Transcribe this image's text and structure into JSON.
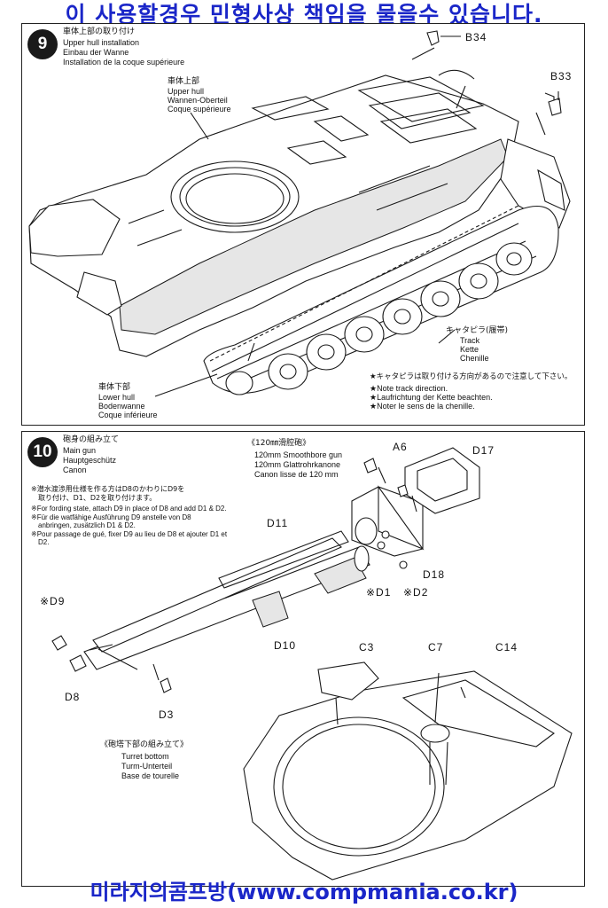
{
  "banners": {
    "top": "이 사용할경우 민형사상 책임을 물을수 있습니다.",
    "bottom": "미라지의콤프방(www.compmania.co.kr)"
  },
  "step9": {
    "number": "9",
    "title_jp": "車体上部の取り付け",
    "title_en": "Upper hull installation",
    "title_de": "Einbau der Wanne",
    "title_fr": "Installation de la coque supérieure",
    "upper_hull": [
      "車体上部",
      "Upper hull",
      "Wannen-Oberteil",
      "Coque supérieure"
    ],
    "lower_hull": [
      "車体下部",
      "Lower hull",
      "Bodenwanne",
      "Coque inférieure"
    ],
    "track": [
      "キャタピラ(履帯)",
      "Track",
      "Kette",
      "Chenille"
    ],
    "note": [
      "★キャタピラは取り付ける方向があるので注意して下さい。",
      "★Note track direction.",
      "★Laufrichtung der Kette beachten.",
      "★Noter le sens de la chenille."
    ],
    "parts": {
      "b34": "B34",
      "b33": "B33"
    }
  },
  "step10": {
    "number": "10",
    "title_jp": "砲身の組み立て",
    "title_en": "Main gun",
    "title_de": "Hauptgeschütz",
    "title_fr": "Canon",
    "gun_info": [
      "《120㎜滑腔砲》",
      "120mm Smoothbore gun",
      "120mm Glattrohrkanone",
      "Canon lisse de 120 mm"
    ],
    "fording": [
      "※潜水渡渉用仕様を作る方はD8のかわりにD9を",
      "取り付け、D1、D2を取り付けます。",
      "※For fording state, attach D9 in place of D8 and add D1 & D2.",
      "※Für die watfähige Ausführung D9 anstelle von D8",
      "anbringen, zusätzlich D1 & D2.",
      "※Pour passage de gué, fixer D9 au lieu de D8 et ajouter D1 et",
      "D2."
    ],
    "turret_bottom": [
      "《砲塔下部の組み立て》",
      "Turret bottom",
      "Turm-Unterteil",
      "Base de tourelle"
    ],
    "parts": {
      "a6": "A6",
      "d17": "D17",
      "d11": "D11",
      "d18": "D18",
      "d1": "※D1",
      "d2": "※D2",
      "d9": "※D9",
      "d10": "D10",
      "d8": "D8",
      "d3": "D3",
      "c3": "C3",
      "c7": "C7",
      "c14": "C14"
    }
  }
}
